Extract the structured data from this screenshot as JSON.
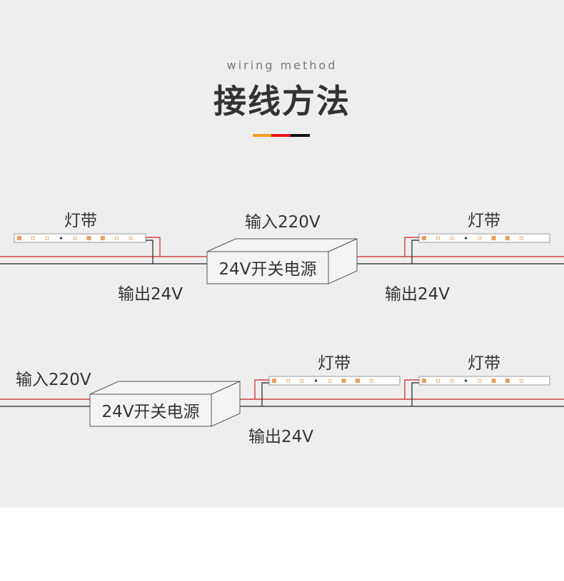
{
  "header": {
    "subtitle": "wiring method",
    "title": "接线方法",
    "accent_colors": [
      "#f0a020",
      "#e8151b",
      "#111111"
    ]
  },
  "labels": {
    "strip": "灯带",
    "input": "输入220V",
    "output": "输出24V",
    "psu": "24V开关电源"
  },
  "colors": {
    "panel_bg": "#eeeeee",
    "red_wire": "#cc2222",
    "black_wire": "#222222",
    "led_chip": "#e8a060"
  }
}
